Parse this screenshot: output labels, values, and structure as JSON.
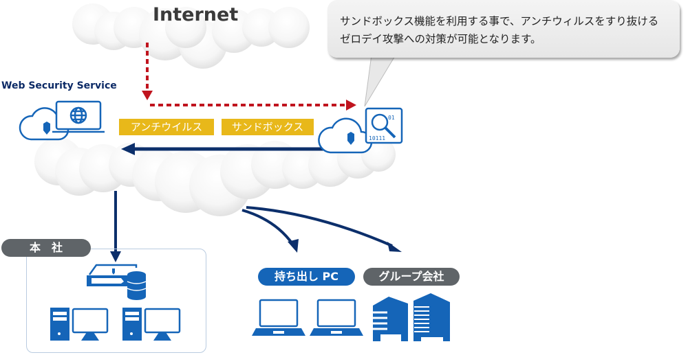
{
  "diagram": {
    "internet_label": "Internet",
    "web_security_service_label": "Web Security Service",
    "callout": {
      "line1": "サンドボックス機能を利用する事で、アンチウィルスをすり抜ける",
      "line2": "ゼロデイ攻撃への対策が可能となります。"
    },
    "features": [
      {
        "label": "アンチウイルス"
      },
      {
        "label": "サンドボックス"
      }
    ],
    "destinations": {
      "headquarters": {
        "label": "本　社"
      },
      "mobile_pc": {
        "label": "持ち出し PC"
      },
      "group_company": {
        "label": "グループ会社"
      }
    },
    "colors": {
      "navy_arrow": "#0c2f6b",
      "red_dashed_arrow": "#c0141e",
      "icon_blue": "#1565b8",
      "feature_tag": "#e8b81a",
      "pill_gray": "#5f6468"
    }
  }
}
